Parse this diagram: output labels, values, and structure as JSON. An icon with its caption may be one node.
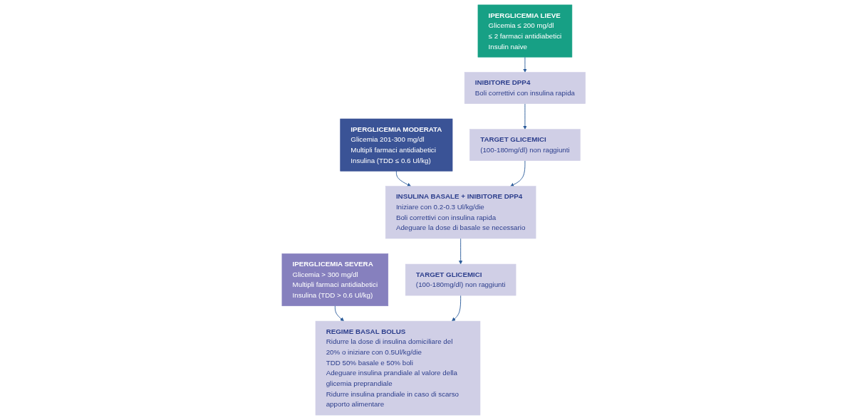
{
  "diagram": {
    "nodes": [
      {
        "text": [
          "IPERGLICEMIA LIEVE",
          "Glicemia ≤ 200 mg/dl",
          "≤ 2 farmaci antidiabetici",
          "Insulin naive"
        ]
      },
      {
        "text": [
          "IPERGLICEMIA MODERATA",
          "Glicemia 201-300 mg/dl",
          "Multipli farmaci antidiabetici",
          "Insulina (TDD ≤ 0.6 Ul/kg)"
        ]
      },
      {
        "text": [
          "IPERGLICEMIA SEVERA",
          "Glicemia > 300 mg/dl",
          "Multipli farmaci antidiabetici",
          "Insulina (TDD > 0.6 Ul/kg)"
        ]
      },
      {
        "text": [
          "INIBITORE DPP4",
          "Boli correttivi con insulina rapida"
        ]
      },
      {
        "text": [
          "INSULINA BASALE + INIBITORE DPP4",
          "Iniziare con 0.2-0.3 Ul/kg/die",
          "Boli correttivi con insulina rapida",
          "Adeguare la dose di basale se necessario"
        ]
      },
      {
        "text": [
          "REGIME BASAL BOLUS",
          "Ridurre la dose di insulina domiciliare del 20% o iniziare con 0.5Ul/kg/die",
          "TDD 50% basale e 50% boli",
          "Adeguare insulina prandiale al valore della glicemia preprandiale",
          "Ridurre insulina prandiale in caso di scarso apporto alimentare"
        ]
      },
      {
        "text": [
          "TARGET GLICEMICI",
          "(100-180mg/dl) non raggiunti"
        ]
      },
      {
        "text": [
          "TARGET GLICEMICI",
          "(100-180mg/dl) non raggiunti"
        ]
      }
    ],
    "edges": [
      {
        "from": 0,
        "to": 3,
        "arrow": "to"
      },
      {
        "from": 1,
        "to": 4,
        "arrow": "to"
      },
      {
        "from": 2,
        "to": 5,
        "arrow": "to"
      },
      {
        "from": 3,
        "to": 6,
        "arrow": "to"
      },
      {
        "from": 6,
        "to": 4,
        "arrow": "to"
      },
      {
        "from": 4,
        "to": 7,
        "arrow": "to"
      },
      {
        "from": 7,
        "to": 5,
        "arrow": "to"
      }
    ]
  }
}
